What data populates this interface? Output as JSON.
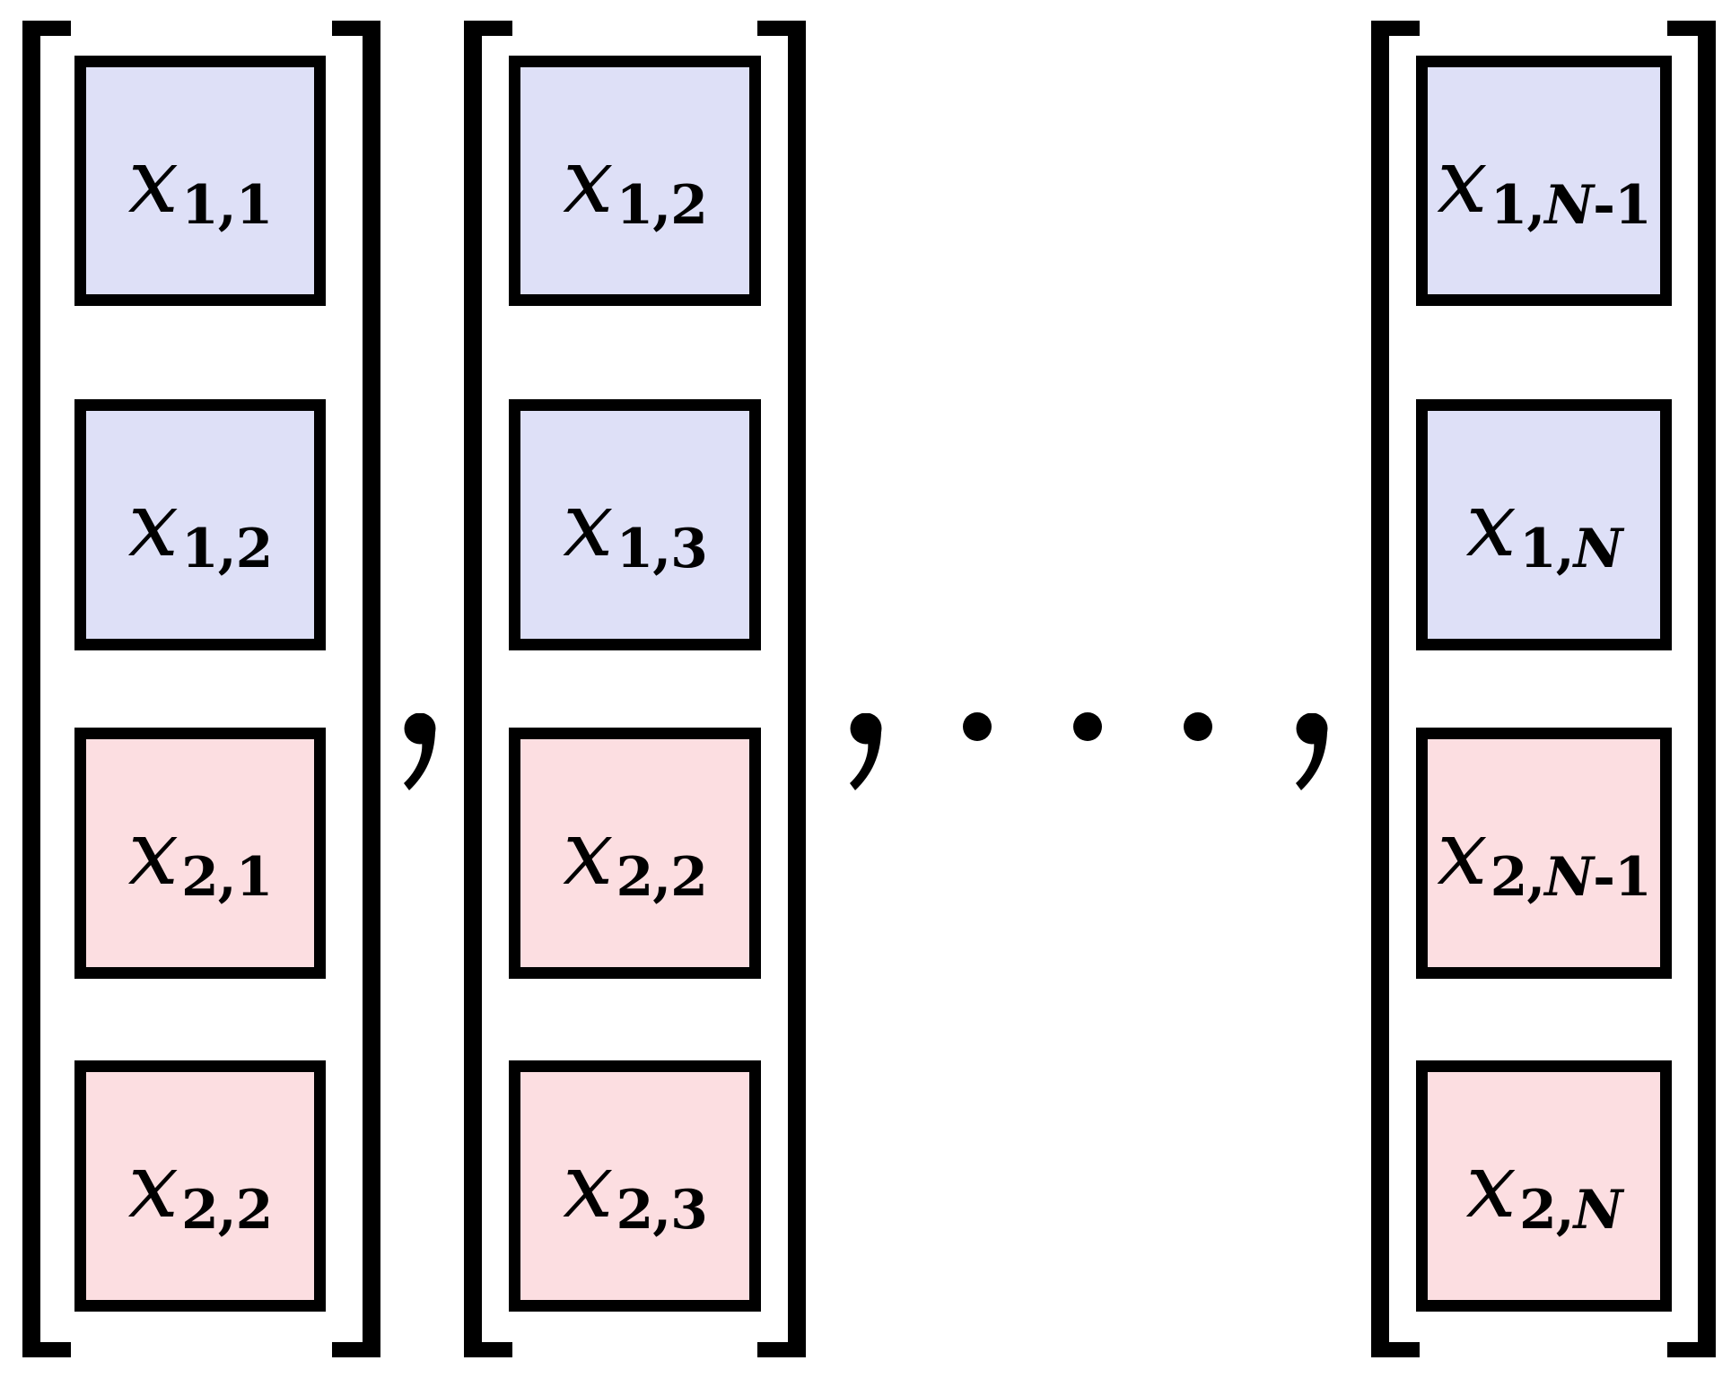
{
  "colors": {
    "background": "#ffffff",
    "stroke": "#000000",
    "top_row_fill": "#dee0f7",
    "bottom_row_fill": "#fcdee1"
  },
  "separators": {
    "comma": ",",
    "ellipsis_dots": 3
  },
  "vectors": [
    {
      "name": "window-1",
      "cells": [
        {
          "base": "x",
          "sub": "1,1",
          "row_type": "top"
        },
        {
          "base": "x",
          "sub": "1,2",
          "row_type": "top"
        },
        {
          "base": "x",
          "sub": "2,1",
          "row_type": "bottom"
        },
        {
          "base": "x",
          "sub": "2,2",
          "row_type": "bottom"
        }
      ]
    },
    {
      "name": "window-2",
      "cells": [
        {
          "base": "x",
          "sub": "1,2",
          "row_type": "top"
        },
        {
          "base": "x",
          "sub": "1,3",
          "row_type": "top"
        },
        {
          "base": "x",
          "sub": "2,2",
          "row_type": "bottom"
        },
        {
          "base": "x",
          "sub": "2,3",
          "row_type": "bottom"
        }
      ]
    },
    {
      "name": "window-N",
      "cells": [
        {
          "base": "x",
          "sub": "1,N-1",
          "row_type": "top"
        },
        {
          "base": "x",
          "sub": "1,N",
          "row_type": "top"
        },
        {
          "base": "x",
          "sub": "2,N-1",
          "row_type": "bottom"
        },
        {
          "base": "x",
          "sub": "2,N",
          "row_type": "bottom"
        }
      ]
    }
  ]
}
